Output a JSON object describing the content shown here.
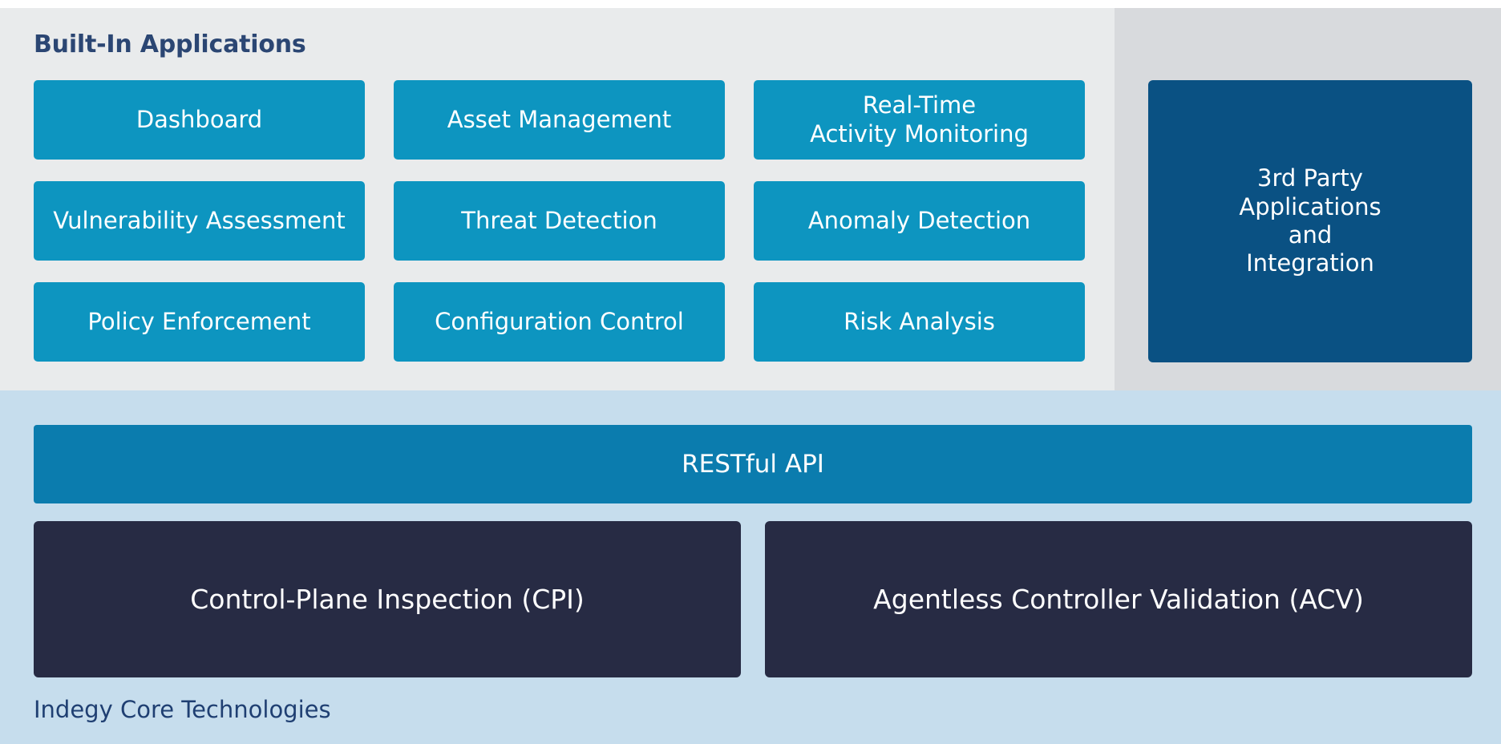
{
  "diagram": {
    "built_in": {
      "title": "Built-In Applications",
      "tiles": [
        {
          "name": "dashboard",
          "label": "Dashboard"
        },
        {
          "name": "asset-management",
          "label": "Asset Management"
        },
        {
          "name": "real-time-activity-monitoring",
          "label": "Real-Time\nActivity Monitoring"
        },
        {
          "name": "vulnerability-assessment",
          "label": "Vulnerability Assessment"
        },
        {
          "name": "threat-detection",
          "label": "Threat Detection"
        },
        {
          "name": "anomaly-detection",
          "label": "Anomaly Detection"
        },
        {
          "name": "policy-enforcement",
          "label": "Policy Enforcement"
        },
        {
          "name": "configuration-control",
          "label": "Configuration Control"
        },
        {
          "name": "risk-analysis",
          "label": "Risk Analysis"
        }
      ]
    },
    "third_party": {
      "label": "3rd Party\nApplications\nand\nIntegration"
    },
    "api": {
      "label": "RESTful API"
    },
    "core": {
      "footer_label": "Indegy Core Technologies",
      "boxes": [
        {
          "name": "control-plane-inspection",
          "label": "Control-Plane Inspection (CPI)"
        },
        {
          "name": "agentless-controller-validation",
          "label": "Agentless Controller Validation (ACV)"
        }
      ]
    },
    "colors": {
      "panel_built_in_bg": "#e9ebec",
      "panel_third_party_bg": "#d8dadd",
      "panel_core_bg": "#c6dded",
      "tile_blue": "#0d95c0",
      "third_party_blue": "#0a5183",
      "api_blue": "#0b7cae",
      "core_navy": "#272b44",
      "title_navy": "#2b4673",
      "footer_navy": "#1f3f72",
      "tile_text": "#ffffff"
    }
  }
}
